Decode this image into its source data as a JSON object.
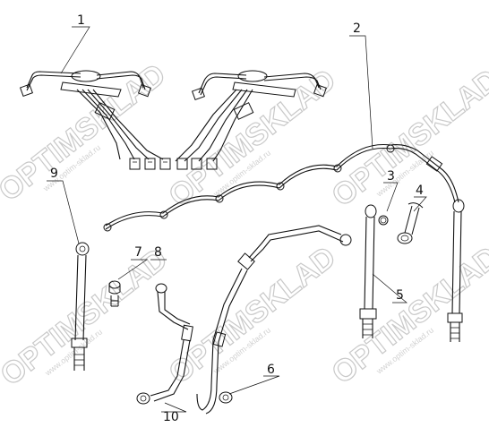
{
  "watermark": {
    "brand": "OPTIMSKLAD",
    "url": "www.optim-sklad.ru"
  },
  "callouts": [
    "1",
    "2",
    "3",
    "4",
    "5",
    "6",
    "7",
    "8",
    "9",
    "10"
  ],
  "colors": {
    "line": "#111111",
    "watermark": "#c9c9c9",
    "background": "#ffffff"
  }
}
